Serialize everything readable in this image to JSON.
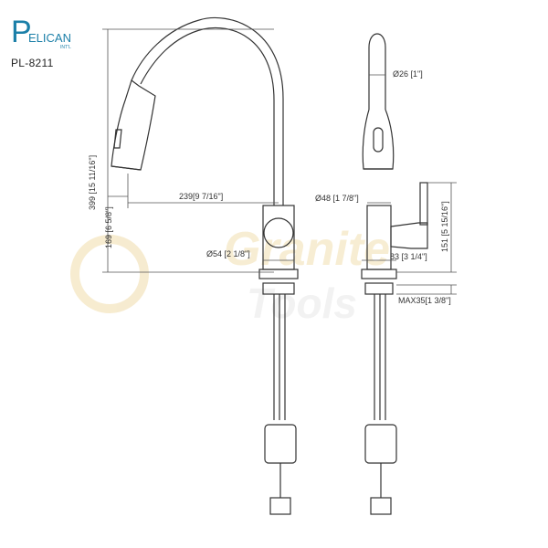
{
  "brand": {
    "logo_initial": "P",
    "logo_name": "ELICAN",
    "logo_suffix": "INT'L",
    "model": "PL-8211",
    "color": "#1b7fa8"
  },
  "watermark": {
    "line1": "Granite",
    "line2": "Tools",
    "color": "#f2e3b8"
  },
  "dimensions": {
    "height_total": "399 [15 11/16\"]",
    "height_spout": "169 [6 5/8\"]",
    "reach": "239[9 7/16\"]",
    "base_dia": "Ø54 [2 1/8\"]",
    "spout_dia": "Ø26 [1\"]",
    "body_dia": "Ø48 [1 7/8\"]",
    "base_depth": "83 [3 1/4\"]",
    "handle_height": "151 [5 15/16\"]",
    "deck_max": "MAX35[1 3/8\"]"
  },
  "colors": {
    "line": "#333333",
    "dim": "#555555"
  }
}
